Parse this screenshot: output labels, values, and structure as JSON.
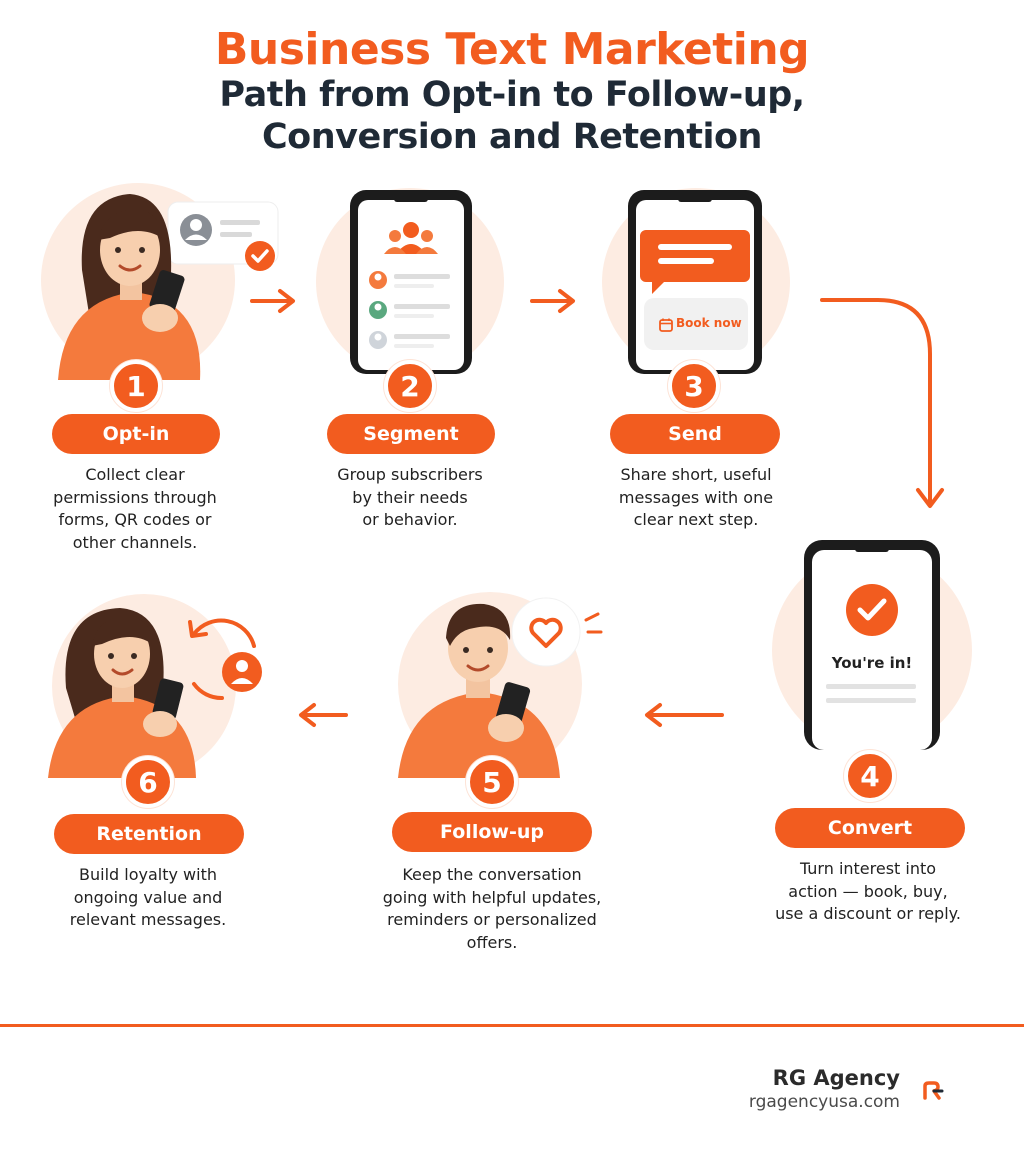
{
  "title": "Business Text Marketing",
  "subtitle_line1": "Path from Opt-in to Follow-up,",
  "subtitle_line2": "Conversion and Retention",
  "colors": {
    "accent": "#F25C1F",
    "light": "#FDECE2",
    "dark": "#1F2A36"
  },
  "steps": [
    {
      "number": "1",
      "label": "Opt-in",
      "desc1": "Collect clear",
      "desc2": "permissions through",
      "desc3": "forms, QR codes or",
      "desc4": "other channels."
    },
    {
      "number": "2",
      "label": "Segment",
      "desc1": "Group subscribers",
      "desc2": "by their needs",
      "desc3": "or behavior."
    },
    {
      "number": "3",
      "label": "Send",
      "desc1": "Share short, useful",
      "desc2": "messages with one",
      "desc3": "clear next step.",
      "button_text": "Book now"
    },
    {
      "number": "4",
      "label": "Convert",
      "desc1": "Turn interest into",
      "desc2": "action — book, buy,",
      "desc3": "use a discount or reply.",
      "screen_text": "You're in!"
    },
    {
      "number": "5",
      "label": "Follow-up",
      "desc1": "Keep the conversation",
      "desc2": "going with helpful updates,",
      "desc3": "reminders or personalized",
      "desc4": "offers."
    },
    {
      "number": "6",
      "label": "Retention",
      "desc1": "Build loyalty with",
      "desc2": "ongoing value and",
      "desc3": "relevant messages."
    }
  ],
  "footer": {
    "brand": "RG Agency",
    "website": "rgagencyusa.com"
  }
}
